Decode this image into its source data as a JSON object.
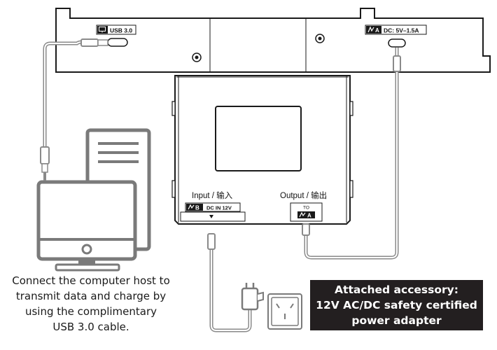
{
  "top_panel": {
    "usb_port_label": "USB 3.0",
    "dc_port_label": "DC: 5V–1.5A",
    "usb_icon": "monitor-icon",
    "dc_icon": "power-adapter-icon"
  },
  "device": {
    "input_label": "Input / 输入",
    "input_port_label": "DC IN 12V",
    "input_port_badge": "B",
    "output_label": "Output / 输出",
    "output_port_label": "TO",
    "output_port_badge": "A"
  },
  "top_dc_badge": "A",
  "caption": {
    "line1": "Connect the computer host to",
    "line2": "transmit data and charge by",
    "line3": "using the complimentary",
    "line4": "USB 3.0 cable."
  },
  "accessory": {
    "line1": "Attached  accessory:",
    "line2": "12V AC/DC safety certified",
    "line3": "power adapter"
  },
  "colors": {
    "line": "#1a1a1a",
    "cable": "#8a8a8a",
    "box_bg": "#231f20",
    "icon_gray": "#7a7a7a"
  }
}
